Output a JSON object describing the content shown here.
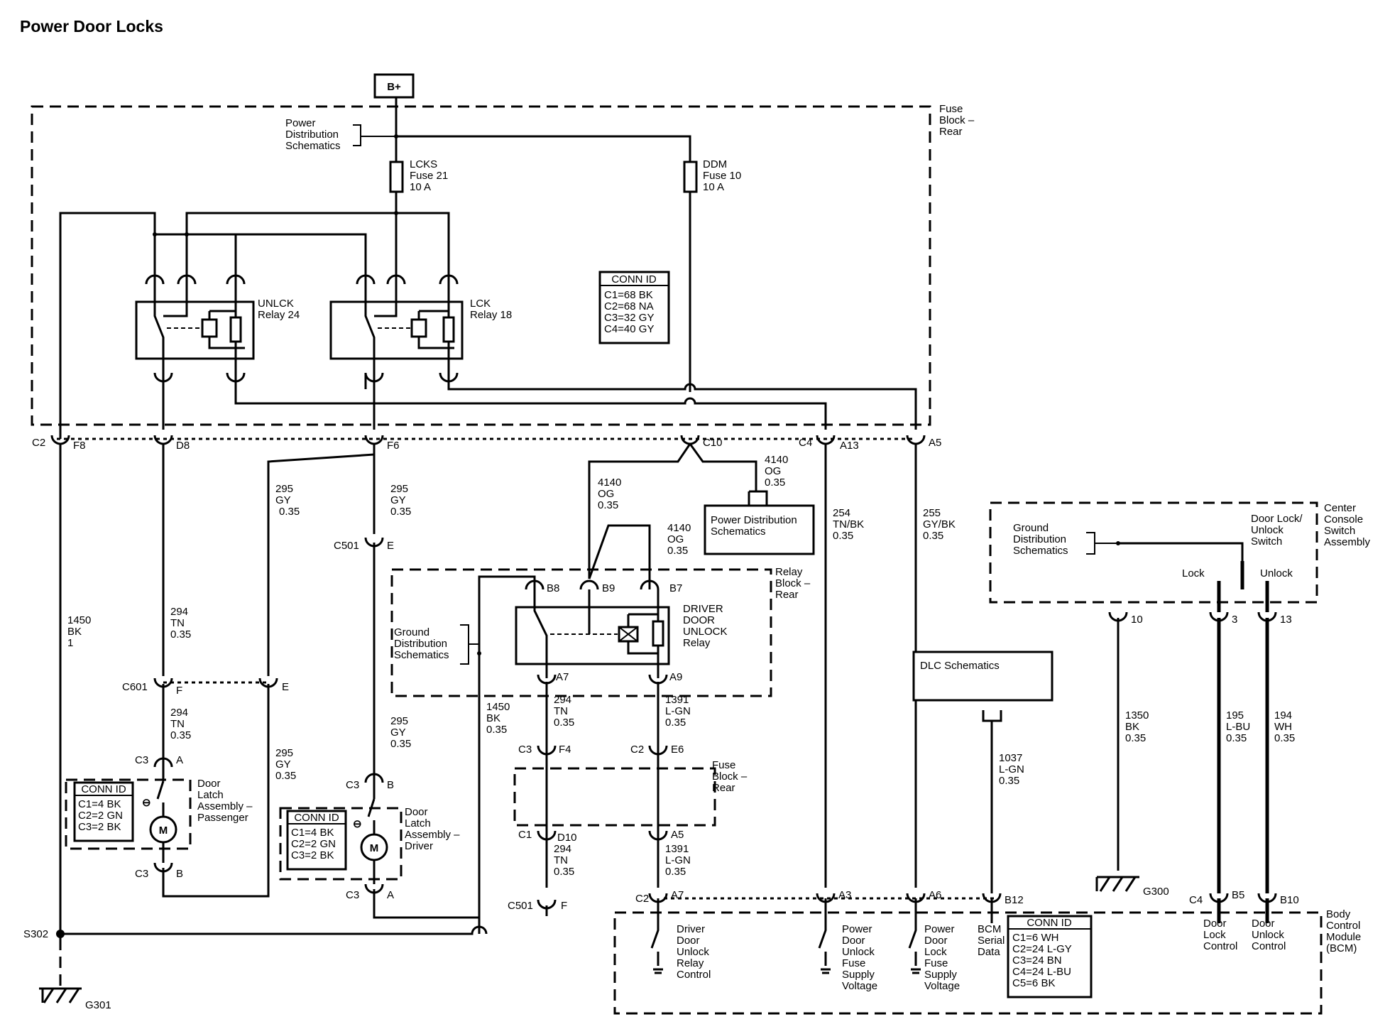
{
  "title": "Power Door Locks",
  "b_plus": "B+",
  "fuse_block_rear": [
    "Fuse",
    "Block –",
    "Rear"
  ],
  "power_distribution_schematics": [
    "Power",
    "Distribution",
    "Schematics"
  ],
  "fuse_lcks": [
    "LCKS",
    "Fuse 21",
    "10 A"
  ],
  "fuse_ddm": [
    "DDM",
    "Fuse 10",
    "10 A"
  ],
  "relay_unlck": [
    "UNLCK",
    "Relay 24"
  ],
  "relay_lck": [
    "LCK",
    "Relay 18"
  ],
  "conn_fuse_block": {
    "title": "CONN ID",
    "rows": [
      "C1=68 BK",
      "C2=68 NA",
      "C3=32 GY",
      "C4=40 GY"
    ]
  },
  "fb_connectors": {
    "c2": "C2",
    "f8": "F8",
    "d8": "D8",
    "f6": "F6",
    "c10": "C10",
    "c4": "C4",
    "a13": "A13",
    "a5": "A5"
  },
  "wires": {
    "w1450": [
      "1450",
      "BK",
      "1"
    ],
    "w294_top": [
      "294",
      "TN",
      "0.35"
    ],
    "w295_left": [
      "295",
      "GY",
      "0.35"
    ],
    "w295_mid": [
      "295",
      "GY",
      "0.35"
    ],
    "w4140_left": [
      "4140",
      "OG",
      "0.35"
    ],
    "w4140_right": [
      "4140",
      "OG",
      "0.35"
    ],
    "w4140_mid": [
      "4140",
      "OG",
      "0.35"
    ],
    "w254": [
      "254",
      "TN/BK",
      "0.35"
    ],
    "w255": [
      "255",
      "GY/BK",
      "0.35"
    ],
    "w294_c601": [
      "294",
      "TN",
      "0.35"
    ],
    "w295_lower": [
      "295",
      "GY",
      "0.35"
    ],
    "w295_c501": [
      "295",
      "GY",
      "0.35"
    ],
    "w1450_bk": [
      "1450",
      "BK",
      "0.35"
    ],
    "w294_a7": [
      "294",
      "TN",
      "0.35"
    ],
    "w1391_a9": [
      "1391",
      "L-GN",
      "0.35"
    ],
    "w294_d10": [
      "294",
      "TN",
      "0.35"
    ],
    "w1391_a5": [
      "1391",
      "L-GN",
      "0.35"
    ],
    "w1037": [
      "1037",
      "L-GN",
      "0.35"
    ],
    "w1350": [
      "1350",
      "BK",
      "0.35"
    ],
    "w195": [
      "195",
      "L-BU",
      "0.35"
    ],
    "w194": [
      "194",
      "WH",
      "0.35"
    ]
  },
  "power_dist_box": [
    "Power Distribution",
    "Schematics"
  ],
  "relay_block_rear": [
    "Relay",
    "Block –",
    "Rear"
  ],
  "ground_dist_left": [
    "Ground",
    "Distribution",
    "Schematics"
  ],
  "driver_door_unlock_relay": [
    "DRIVER",
    "DOOR",
    "UNLOCK",
    "Relay"
  ],
  "relay_pins": {
    "b8": "B8",
    "b9": "B9",
    "b7": "B7",
    "a7": "A7",
    "a9": "A9"
  },
  "c501": "C501",
  "c501_e": "E",
  "c501_f": "F",
  "c601": "C601",
  "c601_f": "F",
  "c601_e": "E",
  "passenger_latch": {
    "c3a_c": "C3",
    "c3a_p": "A",
    "c3b_c": "C3",
    "c3b_p": "B",
    "name": [
      "Door",
      "Latch",
      "Assembly –",
      "Passenger"
    ],
    "conn": {
      "title": "CONN ID",
      "rows": [
        "C1=4 BK",
        "C2=2 GN",
        "C3=2 BK"
      ]
    }
  },
  "driver_latch": {
    "c3b_c": "C3",
    "c3b_p": "B",
    "c3a_c": "C3",
    "c3a_p": "A",
    "name": [
      "Door",
      "Latch",
      "Assembly –",
      "Driver"
    ],
    "conn": {
      "title": "CONN ID",
      "rows": [
        "C1=4 BK",
        "C2=2 GN",
        "C3=2 BK"
      ]
    }
  },
  "motor": "M",
  "fuse_block_rear_lower": [
    "Fuse",
    "Block –",
    "Rear"
  ],
  "lower_fb_pins": {
    "c3": "C3",
    "f4": "F4",
    "c2": "C2",
    "e6": "E6",
    "c1": "C1",
    "d10": "D10",
    "a5": "A5"
  },
  "s302": "S302",
  "g301": "G301",
  "g300": "G300",
  "dlc": "DLC Schematics",
  "center_console": [
    "Center",
    "Console",
    "Switch",
    "Assembly"
  ],
  "ground_dist_right": [
    "Ground",
    "Distribution",
    "Schematics"
  ],
  "door_lock_switch": [
    "Door Lock/",
    "Unlock",
    "Switch"
  ],
  "lock": "Lock",
  "unlock": "Unlock",
  "switch_pins": {
    "p10": "10",
    "p3": "3",
    "p13": "13"
  },
  "bcm_pins": {
    "c2": "C2",
    "a7": "A7",
    "a3": "A3",
    "a6": "A6",
    "b12": "B12",
    "c4": "C4",
    "b5": "B5",
    "b10": "B10"
  },
  "bcm_name": [
    "Body",
    "Control",
    "Module",
    "(BCM)"
  ],
  "bcm_functions": {
    "driver_unlock": [
      "Driver",
      "Door",
      "Unlock",
      "Relay",
      "Control"
    ],
    "unlock_fuse": [
      "Power",
      "Door",
      "Unlock",
      "Fuse",
      "Supply",
      "Voltage"
    ],
    "lock_fuse": [
      "Power",
      "Door",
      "Lock",
      "Fuse",
      "Supply",
      "Voltage"
    ],
    "bcm_serial": [
      "BCM",
      "Serial",
      "Data"
    ],
    "lock_control": [
      "Door",
      "Lock",
      "Control"
    ],
    "unlock_control": [
      "Door",
      "Unlock",
      "Control"
    ]
  },
  "conn_bcm": {
    "title": "CONN ID",
    "rows": [
      "C1=6 WH",
      "C2=24 L-GY",
      "C3=24 BN",
      "C4=24 L-BU",
      "C5=6 BK"
    ]
  }
}
